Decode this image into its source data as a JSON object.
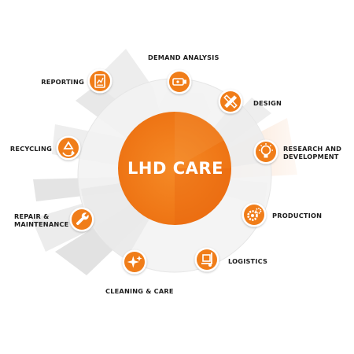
{
  "center": {
    "title": "LHD CARE"
  },
  "colors": {
    "accent": "#f07d19",
    "accent_dark": "#e35e0a",
    "node_ring": "#ffffff",
    "text": "#1d1d1d"
  },
  "nodes": [
    {
      "label": "DEMAND ANALYSIS",
      "icon": "projector-icon"
    },
    {
      "label": "DESIGN",
      "icon": "ruler-pencil-icon"
    },
    {
      "label": "RESEARCH AND\nDEVELOPMENT",
      "icon": "lightbulb-icon"
    },
    {
      "label": "PRODUCTION",
      "icon": "gears-icon"
    },
    {
      "label": "LOGISTICS",
      "icon": "hand-truck-icon"
    },
    {
      "label": "CLEANING & CARE",
      "icon": "sparkle-icon"
    },
    {
      "label": "REPAIR &\nMAINTENANCE",
      "icon": "wrench-icon"
    },
    {
      "label": "RECYCLING",
      "icon": "recycle-icon"
    },
    {
      "label": "REPORTING",
      "icon": "report-chart-icon"
    }
  ]
}
